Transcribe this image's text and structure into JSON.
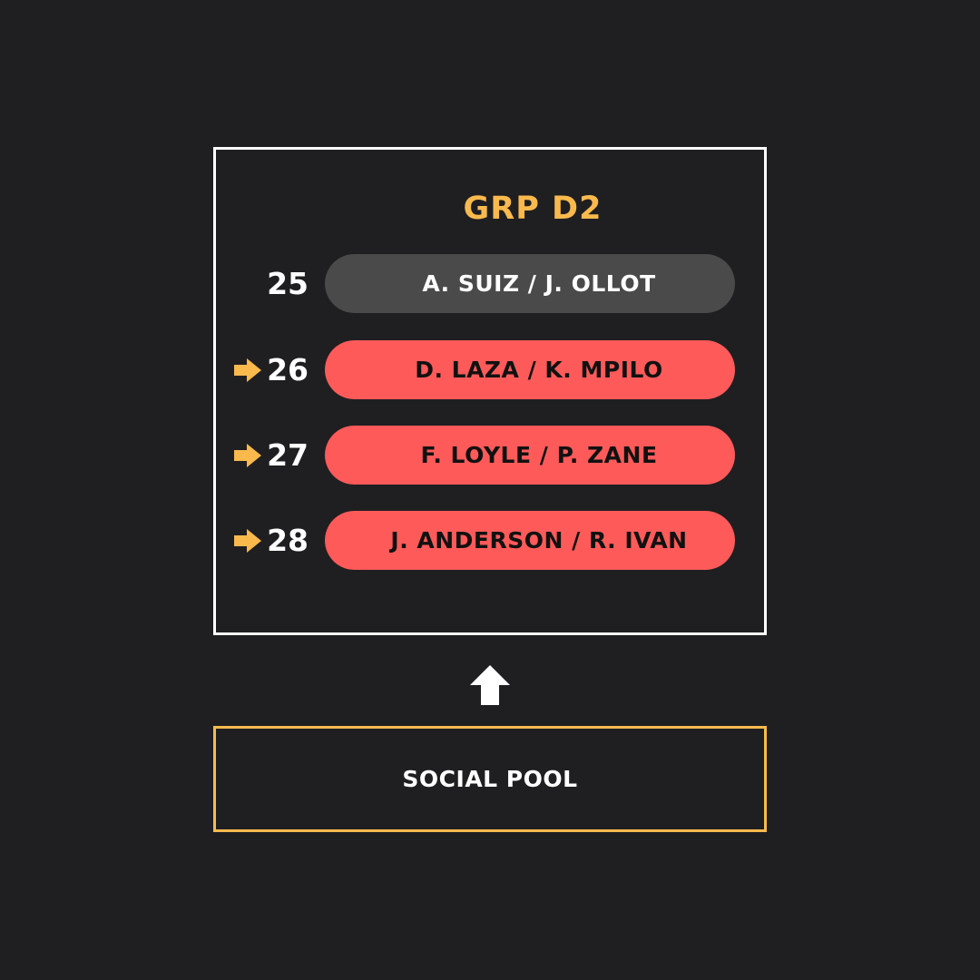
{
  "group": {
    "title": "GRP D2",
    "rows": [
      {
        "number": "25",
        "teams": "A. SUIZ / J. OLLOT",
        "status": "neutral",
        "arrow": false
      },
      {
        "number": "26",
        "teams": "D. LAZA / K. MPILO",
        "status": "relegated",
        "arrow": true
      },
      {
        "number": "27",
        "teams": "F. LOYLE / P. ZANE",
        "status": "relegated",
        "arrow": true
      },
      {
        "number": "28",
        "teams": "J. ANDERSON / R. IVAN",
        "status": "relegated",
        "arrow": true
      }
    ]
  },
  "pool": {
    "label": "SOCIAL POOL"
  },
  "colors": {
    "background": "#1f1f21",
    "accent": "#f9b94d",
    "relegated": "#ff5a5a",
    "neutral": "#4a4a4a"
  }
}
